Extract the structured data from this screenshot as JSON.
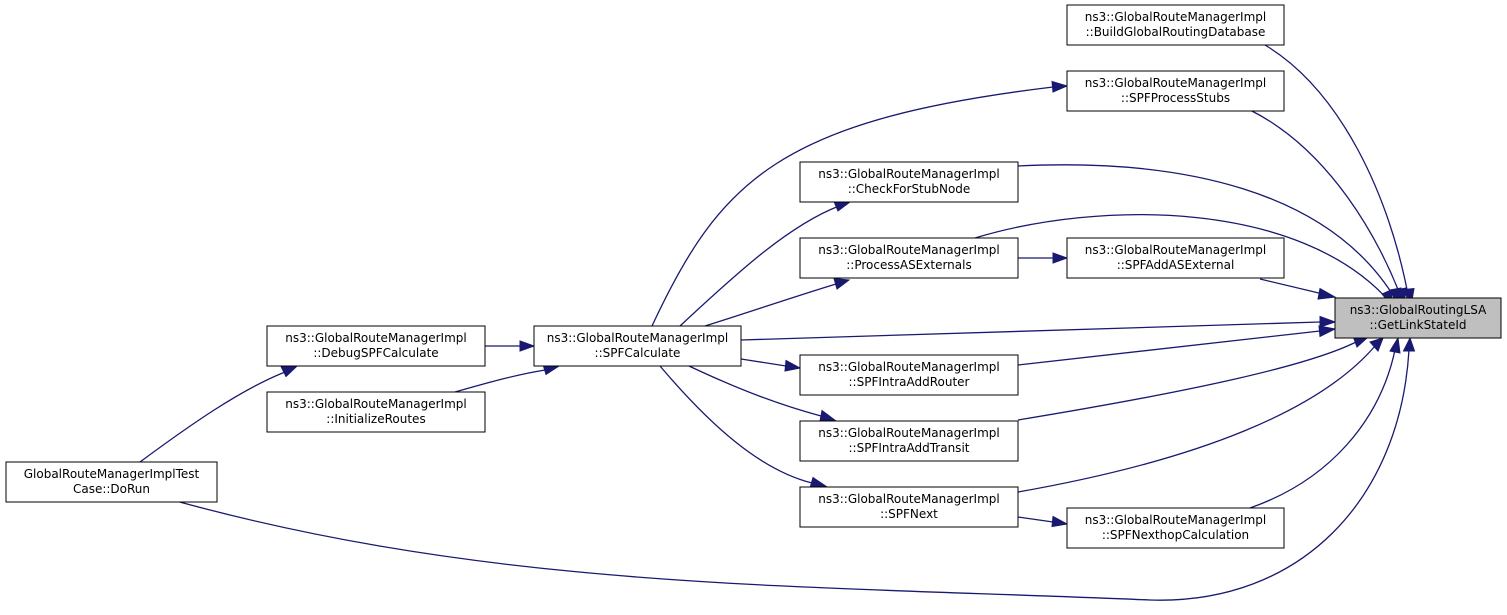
{
  "graph": {
    "title": "Call graph of ns3::GlobalRoutingLSA::GetLinkStateId",
    "colors": {
      "edge": "#191970",
      "node_border": "#000000",
      "node_fill": "#ffffff",
      "target_fill": "#bfbfbf",
      "background": "#ffffff"
    },
    "nodes": {
      "target": {
        "line1": "ns3::GlobalRoutingLSA",
        "line2": "::GetLinkStateId"
      },
      "build_db": {
        "line1": "ns3::GlobalRouteManagerImpl",
        "line2": "::BuildGlobalRoutingDatabase"
      },
      "process_stubs": {
        "line1": "ns3::GlobalRouteManagerImpl",
        "line2": "::SPFProcessStubs"
      },
      "check_stub": {
        "line1": "ns3::GlobalRouteManagerImpl",
        "line2": "::CheckForStubNode"
      },
      "process_as_ext": {
        "line1": "ns3::GlobalRouteManagerImpl",
        "line2": "::ProcessASExternals"
      },
      "spf_add_as_ext": {
        "line1": "ns3::GlobalRouteManagerImpl",
        "line2": "::SPFAddASExternal"
      },
      "spf_calculate": {
        "line1": "ns3::GlobalRouteManagerImpl",
        "line2": "::SPFCalculate"
      },
      "debug_spf": {
        "line1": "ns3::GlobalRouteManagerImpl",
        "line2": "::DebugSPFCalculate"
      },
      "init_routes": {
        "line1": "ns3::GlobalRouteManagerImpl",
        "line2": "::InitializeRoutes"
      },
      "intra_router": {
        "line1": "ns3::GlobalRouteManagerImpl",
        "line2": "::SPFIntraAddRouter"
      },
      "intra_transit": {
        "line1": "ns3::GlobalRouteManagerImpl",
        "line2": "::SPFIntraAddTransit"
      },
      "spf_next": {
        "line1": "ns3::GlobalRouteManagerImpl",
        "line2": "::SPFNext"
      },
      "nexthop_calc": {
        "line1": "ns3::GlobalRouteManagerImpl",
        "line2": "::SPFNexthopCalculation"
      },
      "test_case": {
        "line1": "GlobalRouteManagerImplTest",
        "line2": "Case::DoRun"
      }
    },
    "edges": [
      {
        "from": "build_db",
        "to": "target"
      },
      {
        "from": "process_stubs",
        "to": "target"
      },
      {
        "from": "check_stub",
        "to": "target"
      },
      {
        "from": "process_as_ext",
        "to": "target"
      },
      {
        "from": "spf_add_as_ext",
        "to": "target"
      },
      {
        "from": "spf_calculate",
        "to": "target"
      },
      {
        "from": "intra_router",
        "to": "target"
      },
      {
        "from": "intra_transit",
        "to": "target"
      },
      {
        "from": "spf_next",
        "to": "target"
      },
      {
        "from": "nexthop_calc",
        "to": "target"
      },
      {
        "from": "test_case",
        "to": "target"
      },
      {
        "from": "spf_calculate",
        "to": "process_stubs"
      },
      {
        "from": "spf_calculate",
        "to": "check_stub"
      },
      {
        "from": "spf_calculate",
        "to": "process_as_ext"
      },
      {
        "from": "spf_calculate",
        "to": "intra_router"
      },
      {
        "from": "spf_calculate",
        "to": "intra_transit"
      },
      {
        "from": "spf_calculate",
        "to": "spf_next"
      },
      {
        "from": "process_as_ext",
        "to": "spf_add_as_ext"
      },
      {
        "from": "spf_next",
        "to": "nexthop_calc"
      },
      {
        "from": "debug_spf",
        "to": "spf_calculate"
      },
      {
        "from": "init_routes",
        "to": "spf_calculate"
      },
      {
        "from": "test_case",
        "to": "debug_spf"
      }
    ]
  }
}
